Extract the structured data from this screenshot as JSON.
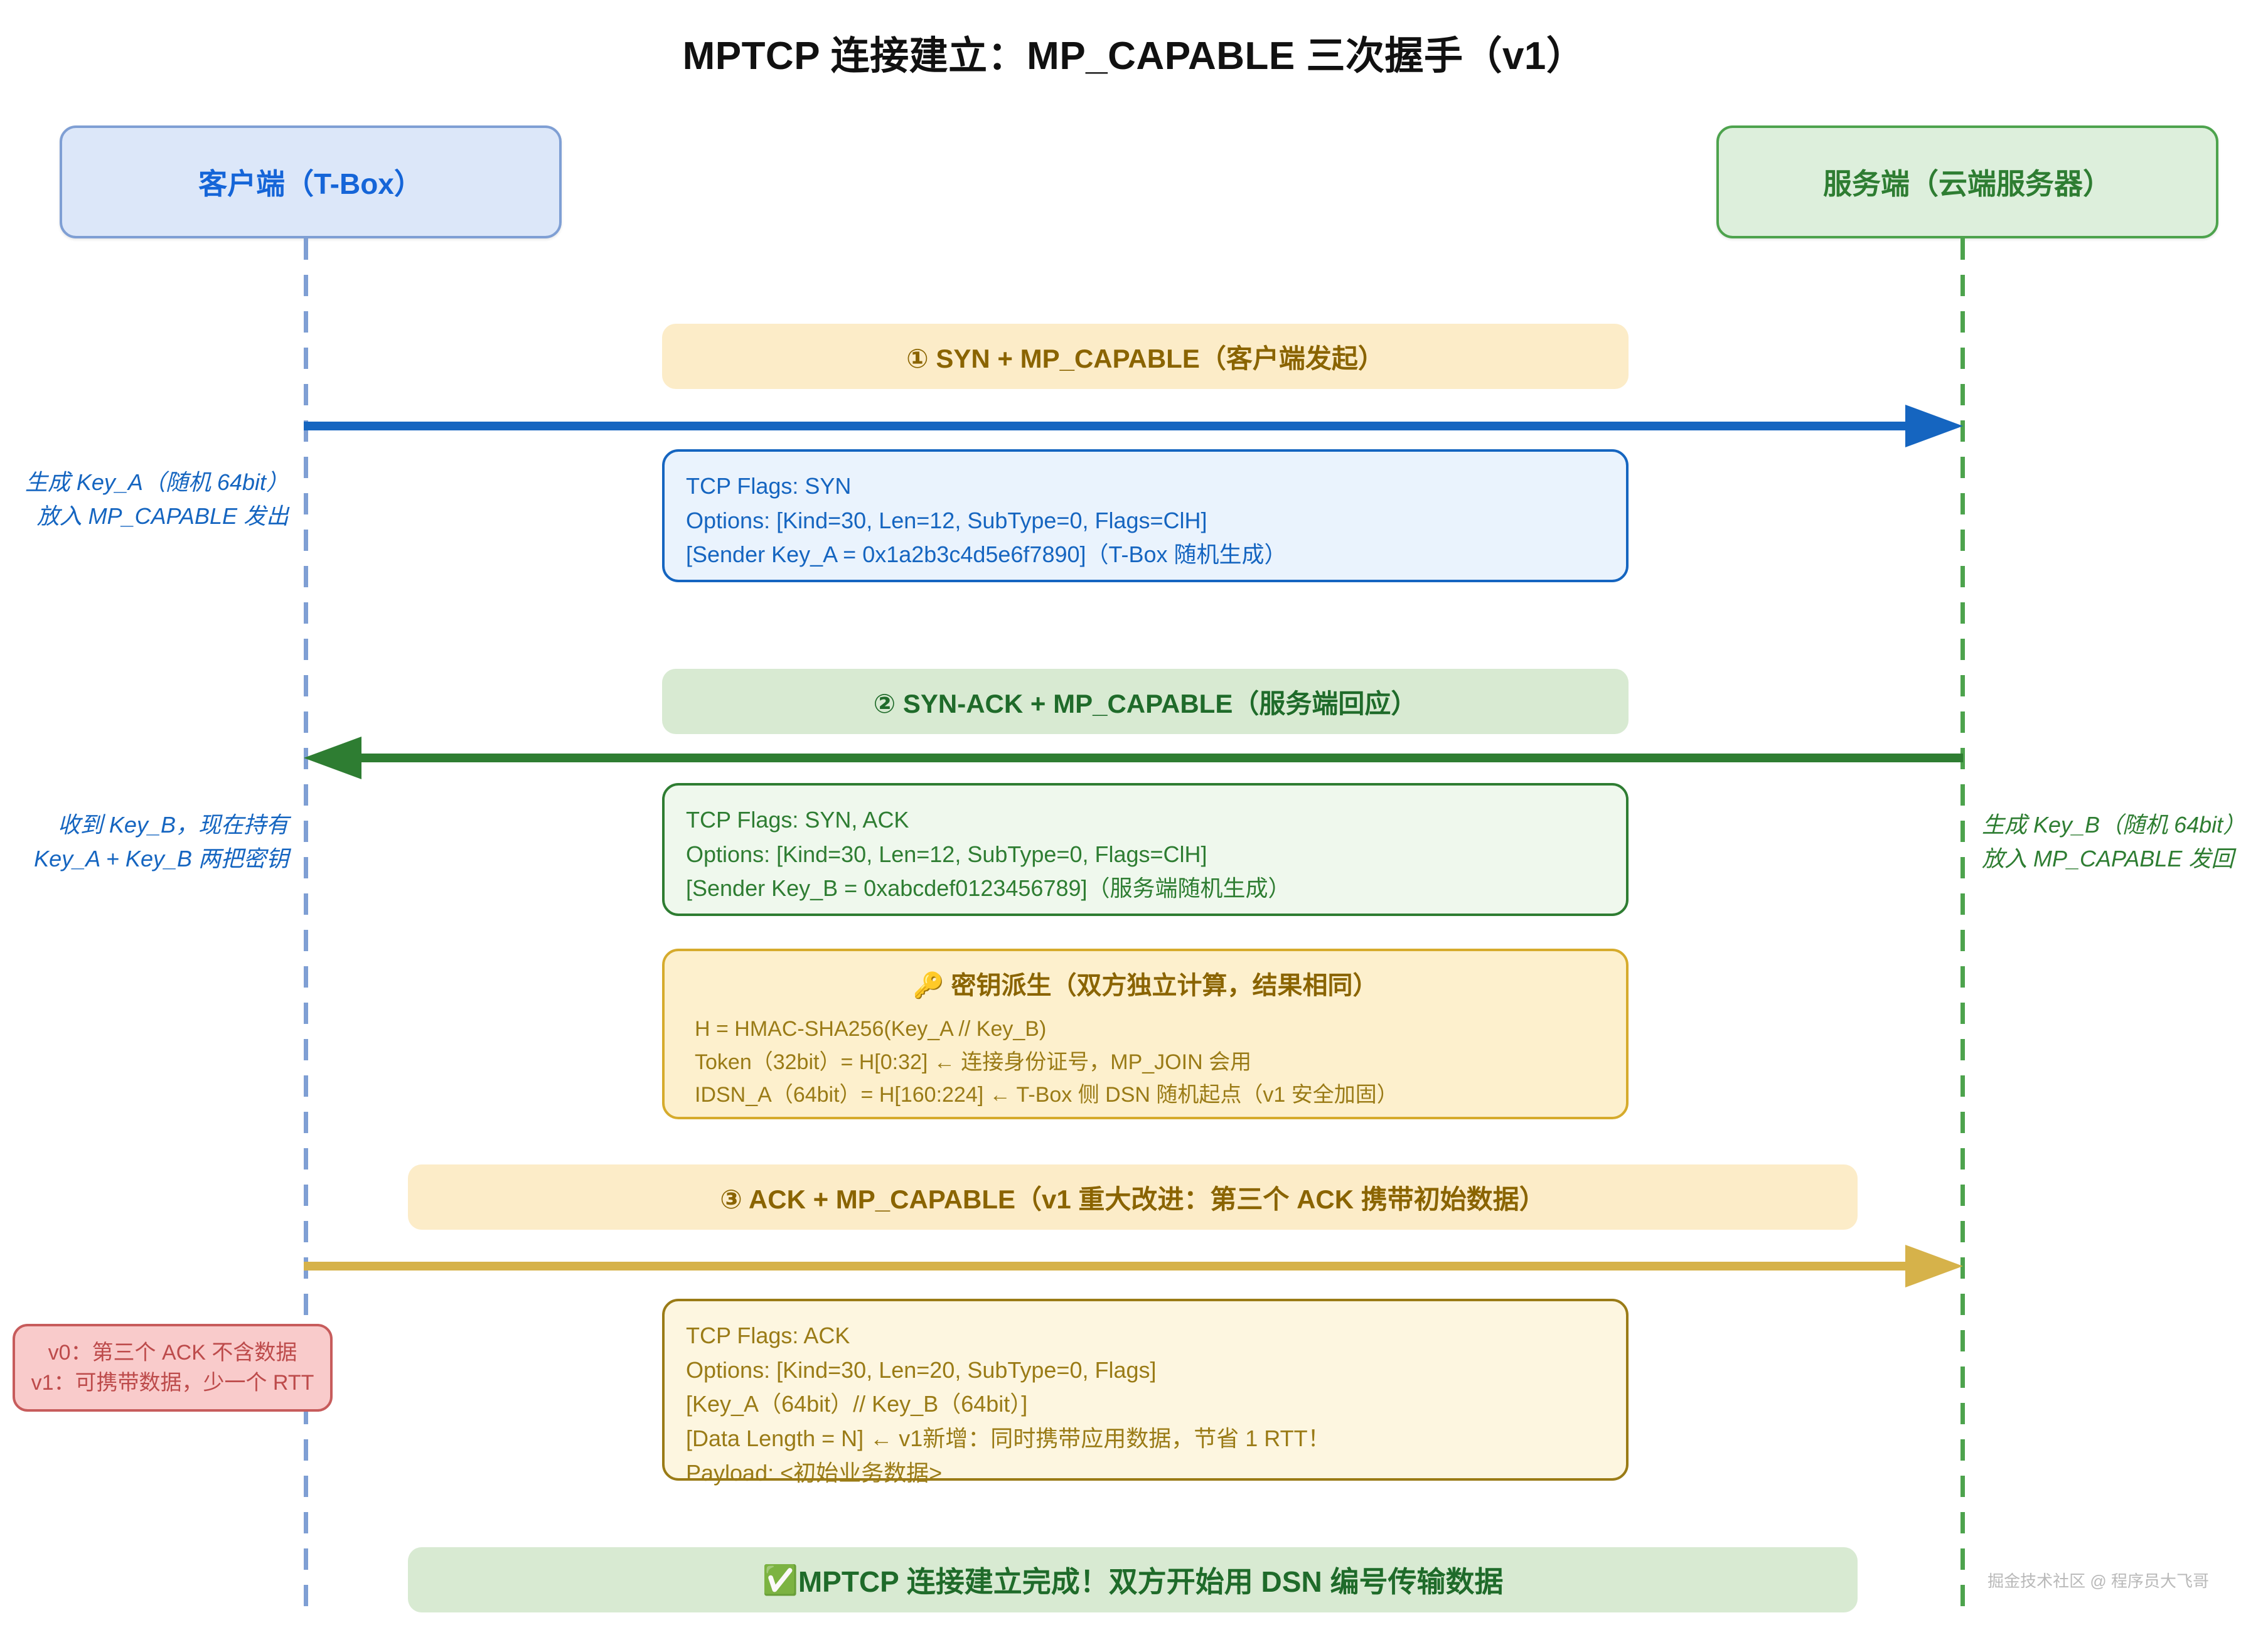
{
  "title": "MPTCP 连接建立：MP_CAPABLE 三次握手（v1）",
  "actors": {
    "client": "客户端（T-Box）",
    "server": "服务端（云端服务器）"
  },
  "colors": {
    "client_accent": "#1565c0",
    "server_accent": "#2e7d32",
    "gold_accent": "#9a7b16",
    "warning_accent": "#bd4b4b",
    "client_fill": "#dce7f9",
    "server_fill": "#ddefdc",
    "banner_yellow_fill": "#fcecc8",
    "banner_green_fill": "#d8ead2",
    "arrow3": "#d6b24a"
  },
  "steps": [
    {
      "banner": "① SYN + MP_CAPABLE（客户端发起）",
      "detail": "TCP Flags: SYN\nOptions: [Kind=30, Len=12, SubType=0, Flags=ClH]\n[Sender Key_A = 0x1a2b3c4d5e6f7890]（T-Box 随机生成）"
    },
    {
      "banner": "② SYN-ACK + MP_CAPABLE（服务端回应）",
      "detail": "TCP Flags: SYN, ACK\nOptions: [Kind=30, Len=12, SubType=0, Flags=ClH]\n[Sender Key_B = 0xabcdef0123456789]（服务端随机生成）"
    },
    {
      "banner": "③ ACK + MP_CAPABLE（v1 重大改进：第三个 ACK 携带初始数据）",
      "detail": "TCP Flags: ACK\nOptions: [Kind=30, Len=20, SubType=0, Flags]\n[Key_A（64bit）// Key_B（64bit）]\n[Data Length = N] ← v1新增：同时携带应用数据，节省 1 RTT！\nPayload: <初始业务数据>"
    }
  ],
  "key_derivation": {
    "icon": "🔑",
    "title": "密钥派生（双方独立计算，结果相同）",
    "body": "H = HMAC-SHA256(Key_A // Key_B)\nToken（32bit）= H[0:32] ← 连接身份证号，MP_JOIN 会用\nIDSN_A（64bit）= H[160:224] ← T-Box 侧 DSN 随机起点（v1 安全加固）"
  },
  "notes": {
    "left_key_a": "生成 Key_A（随机 64bit）\n放入 MP_CAPABLE 发出",
    "left_key_b": "收到 Key_B，现在持有\nKey_A + Key_B 两把密钥",
    "right_key_b": "生成 Key_B（随机 64bit）\n放入 MP_CAPABLE 发回",
    "version_compare": "v0：第三个 ACK 不含数据\nv1：可携带数据，少一个 RTT"
  },
  "final_banner": {
    "icon": "✅",
    "text": "MPTCP 连接建立完成！双方开始用 DSN 编号传输数据"
  },
  "watermark": "掘金技术社区 @ 程序员大飞哥"
}
